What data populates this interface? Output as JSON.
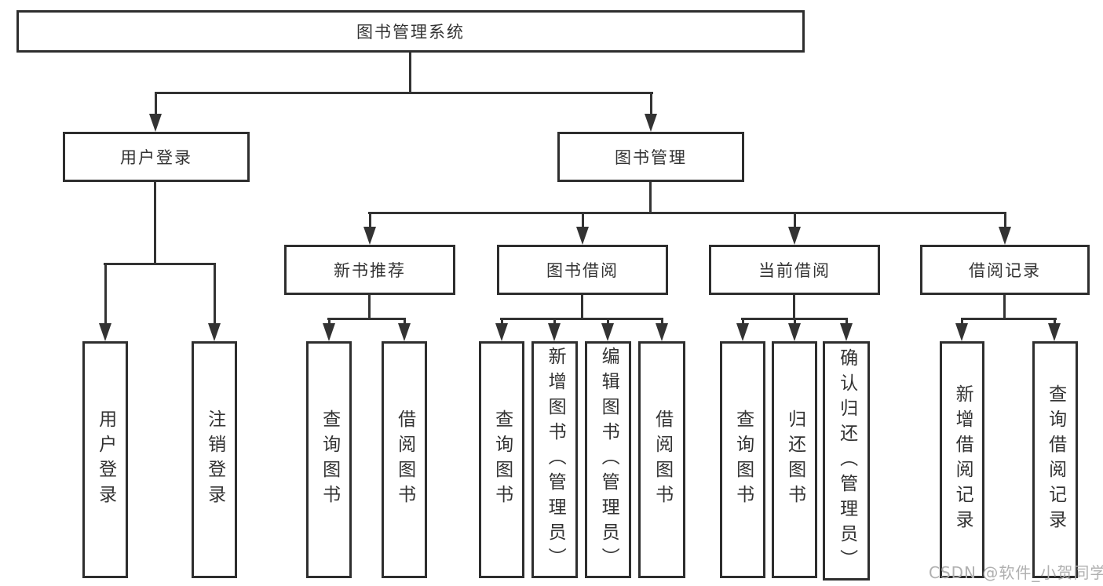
{
  "tree": {
    "label": "图书管理系统",
    "children": [
      {
        "label": "用户登录",
        "children": [
          {
            "label": "用户登录"
          },
          {
            "label": "注销登录"
          }
        ]
      },
      {
        "label": "图书管理",
        "children": [
          {
            "label": "新书推荐",
            "children": [
              {
                "label": "查询图书"
              },
              {
                "label": "借阅图书"
              }
            ]
          },
          {
            "label": "图书借阅",
            "children": [
              {
                "label": "查询图书"
              },
              {
                "label": "新增图书（管理员）"
              },
              {
                "label": "编辑图书（管理员）"
              },
              {
                "label": "借阅图书"
              }
            ]
          },
          {
            "label": "当前借阅",
            "children": [
              {
                "label": "查询图书"
              },
              {
                "label": "归还图书"
              },
              {
                "label": "确认归还（管理员）"
              }
            ]
          },
          {
            "label": "借阅记录",
            "children": [
              {
                "label": "新增借阅记录"
              },
              {
                "label": "查询借阅记录"
              }
            ]
          }
        ]
      }
    ]
  },
  "watermark": {
    "text": "CSDN @软件_小贺同学"
  },
  "colors": {
    "box_border": "#2e2e2e",
    "connector": "#333333",
    "text": "#333333",
    "watermark": "#b0b0b0",
    "background": "#ffffff"
  }
}
